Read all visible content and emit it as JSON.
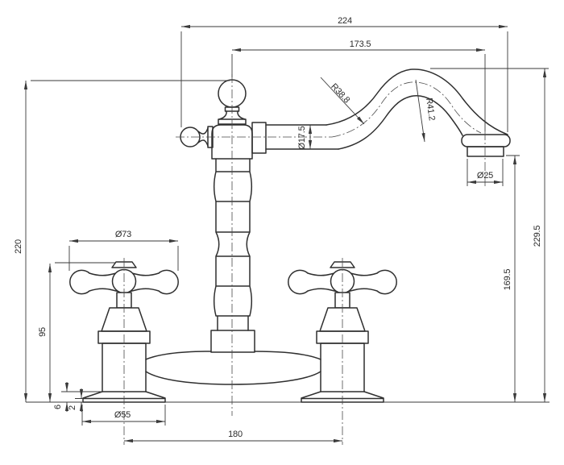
{
  "drawing": {
    "background": "#ffffff",
    "line_color": "#2f2f2f",
    "dimension_line_color": "#3a3a3a",
    "labels": {
      "dim_overall_width": "224",
      "dim_spout_reach": "173.5",
      "dim_total_height_left": "220",
      "dim_total_height_right": "229.5",
      "dim_outlet_height": "169.5",
      "dim_spout_tube_dia": "Ø17.5",
      "dim_outlet_dia": "Ø25",
      "dim_handle_width": "Ø73",
      "dim_handle_height": "95",
      "dim_flange_height": "6",
      "dim_flange_lip": "2",
      "dim_base_dia": "Ø55",
      "dim_hole_spacing": "180",
      "radius_inner": "R38.8",
      "radius_outer": "R41.2"
    }
  }
}
